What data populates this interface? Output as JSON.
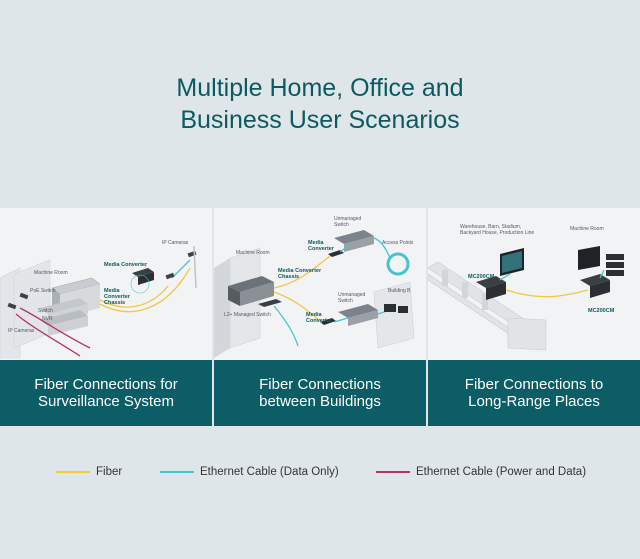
{
  "title": {
    "line1": "Multiple Home, Office and",
    "line2": "Business User Scenarios"
  },
  "panels": [
    {
      "caption_line1": "Fiber Connections for",
      "caption_line2": "Surveillance System",
      "labels": {
        "ip_cameras_top": "IP Cameras",
        "media_converter": "Media Converter",
        "machine_room": "Machine Room",
        "media_converter_chassis": "Media\nConverter\nChassis",
        "poe_switch": "PoE Switch",
        "switch": "Switch",
        "nvr": "NVR",
        "ip_cameras_left": "IP Cameras"
      }
    },
    {
      "caption_line1": "Fiber Connections",
      "caption_line2": "between Buildings",
      "labels": {
        "unmanaged_switch_top": "Unmanaged\nSwitch",
        "media_converter_top": "Media\nConverter",
        "access_points": "Access Points",
        "machine_room": "Machine Room",
        "media_converter_chassis": "Media Converter\nChassis",
        "unmanaged_switch_bottom": "Unmanaged\nSwitch",
        "building_b": "Building B",
        "l2_managed_switch": "L2+ Managed Switch",
        "media_converter_bottom": "Media\nConverter"
      }
    },
    {
      "caption_line1": "Fiber Connections to",
      "caption_line2": "Long-Range Places",
      "labels": {
        "warehouse": "Warehouse, Barn, Stadium,\nBackyard House, Production Line",
        "machine_room": "Machine Room",
        "mc200cm_left": "MC200CM",
        "mc200cm_right": "MC200CM"
      }
    }
  ],
  "legend": [
    {
      "label": "Fiber",
      "color": "#f2c744"
    },
    {
      "label": "Ethernet Cable (Data Only)",
      "color": "#45c4cf"
    },
    {
      "label": "Ethernet Cable (Power and Data)",
      "color": "#b2346a"
    }
  ]
}
